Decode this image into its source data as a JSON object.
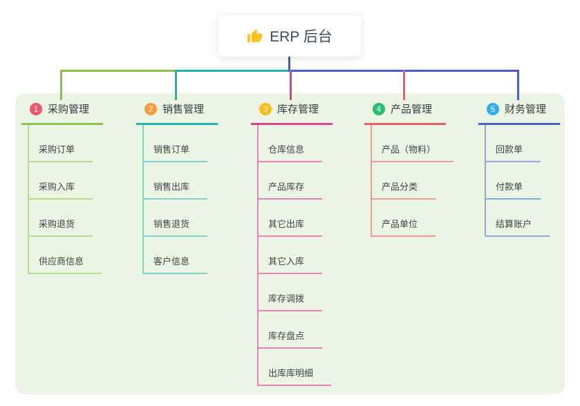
{
  "root": {
    "title": "ERP 后台",
    "icon": "thumbs-up-icon",
    "connector_color": "#4a5ac5"
  },
  "canvas": {
    "panel_bg": "#eaf6e3",
    "page_bg": "#ffffff"
  },
  "branches": [
    {
      "num": "1",
      "title": "采购管理",
      "badge_color": "#f3566b",
      "line_color": "#8cbf4c",
      "child_line_color": "#b8db92",
      "children": [
        "采购订单",
        "采购入库",
        "采购退货",
        "供应商信息"
      ]
    },
    {
      "num": "2",
      "title": "销售管理",
      "badge_color": "#fd9c3c",
      "line_color": "#1cb5ae",
      "child_line_color": "#7fd2cc",
      "children": [
        "销售订单",
        "销售出库",
        "销售退货",
        "客户信息"
      ]
    },
    {
      "num": "3",
      "title": "库存管理",
      "badge_color": "#fcbc16",
      "line_color": "#e23a98",
      "child_line_color": "#ee7eba",
      "children": [
        "仓库信息",
        "产品库存",
        "其它出库",
        "其它入库",
        "库存调拨",
        "库存盘点",
        "出库库明细"
      ]
    },
    {
      "num": "4",
      "title": "产品管理",
      "badge_color": "#2abd6f",
      "line_color": "#f15b60",
      "child_line_color": "#f59597",
      "children": [
        "产品（物料）",
        "产品分类",
        "产品单位"
      ]
    },
    {
      "num": "5",
      "title": "财务管理",
      "badge_color": "#33a9ef",
      "line_color": "#4a63c7",
      "child_line_color": "#8fa6da",
      "children": [
        "回款单",
        "付款单",
        "结算账户"
      ]
    }
  ]
}
